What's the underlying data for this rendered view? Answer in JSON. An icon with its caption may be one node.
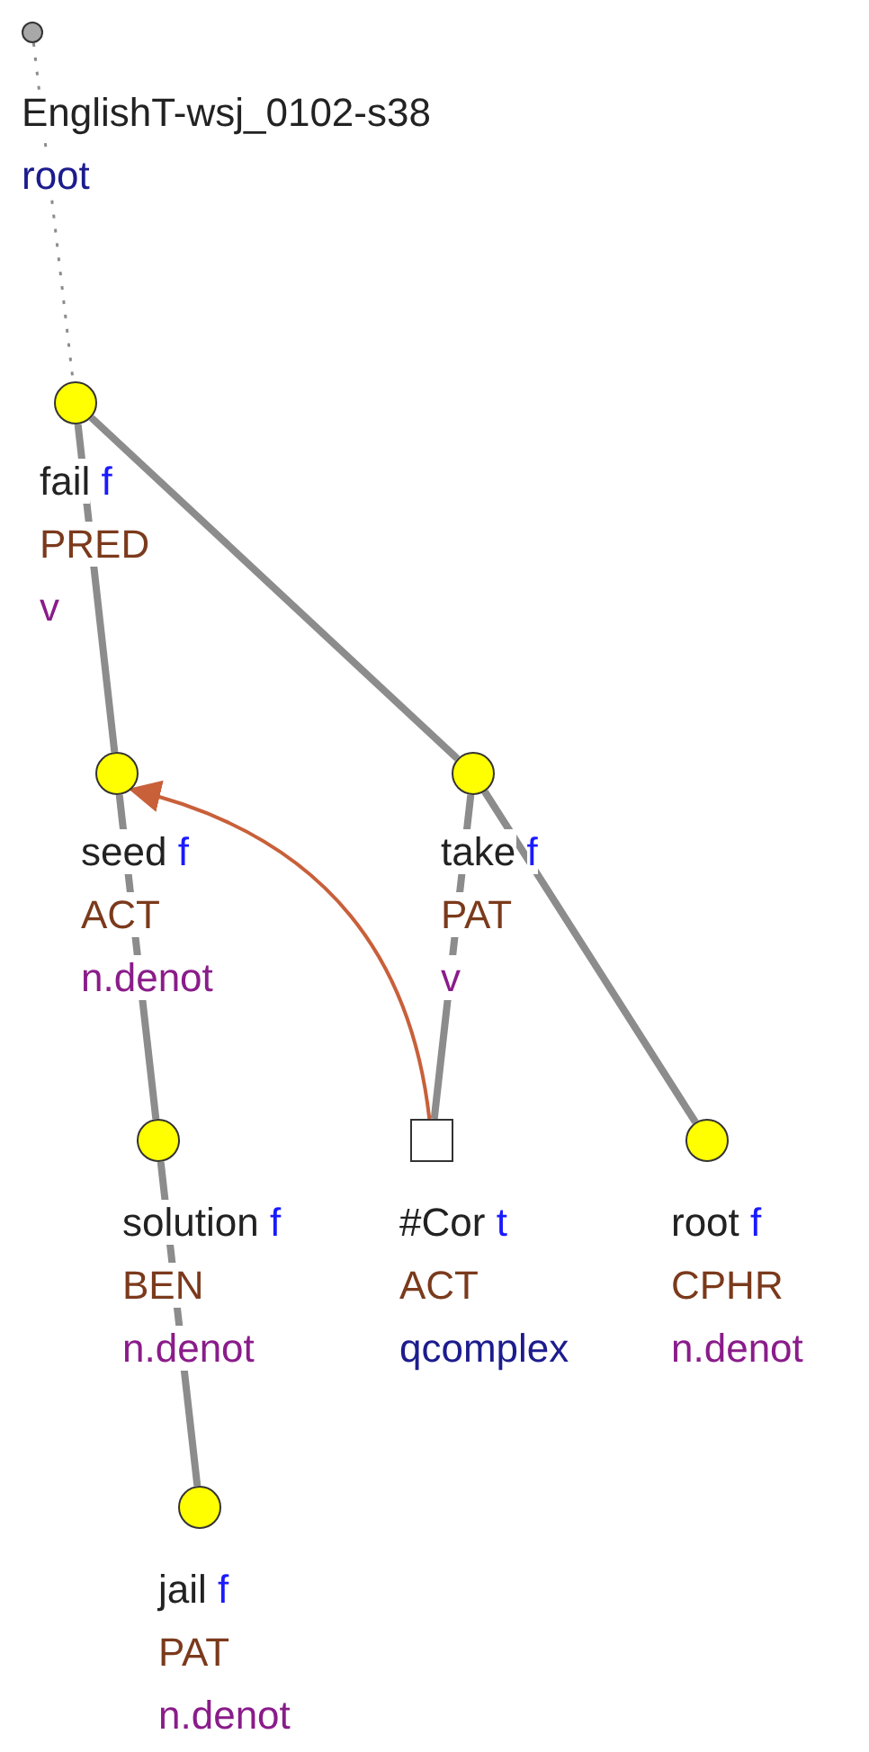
{
  "diagram": {
    "nodes": [
      {
        "text": [],
        "shape": "circle",
        "beside": [
          "EnglishT-wsj_0102-s38",
          "root"
        ]
      },
      {
        "text": [],
        "shape": "circle",
        "beside": [
          "fail",
          "f",
          "PRED",
          "v"
        ]
      },
      {
        "text": [],
        "shape": "circle",
        "beside": [
          "seed",
          "f",
          "ACT",
          "n.denot"
        ]
      },
      {
        "text": [],
        "shape": "circle",
        "beside": [
          "take",
          "f",
          "PAT",
          "v"
        ]
      },
      {
        "text": [],
        "shape": "circle",
        "beside": [
          "solution",
          "f",
          "BEN",
          "n.denot"
        ]
      },
      {
        "text": [],
        "shape": "box",
        "beside": [
          "#Cor",
          "t",
          "ACT",
          "qcomplex"
        ]
      },
      {
        "text": [],
        "shape": "circle",
        "beside": [
          "root",
          "f",
          "CPHR",
          "n.denot"
        ]
      },
      {
        "text": [],
        "shape": "circle",
        "beside": [
          "jail",
          "f",
          "PAT",
          "n.denot"
        ]
      }
    ],
    "edges": [
      {
        "from": 0,
        "to": 1,
        "arrow": "none",
        "style": "dashed"
      },
      {
        "from": 1,
        "to": 2,
        "arrow": "none"
      },
      {
        "from": 1,
        "to": 3,
        "arrow": "none"
      },
      {
        "from": 2,
        "to": 4,
        "arrow": "none"
      },
      {
        "from": 4,
        "to": 7,
        "arrow": "none"
      },
      {
        "from": 3,
        "to": 5,
        "arrow": "none"
      },
      {
        "from": 3,
        "to": 6,
        "arrow": "none"
      },
      {
        "from": 5,
        "to": 2,
        "arrow": "to",
        "color": "#c8603a"
      }
    ]
  }
}
